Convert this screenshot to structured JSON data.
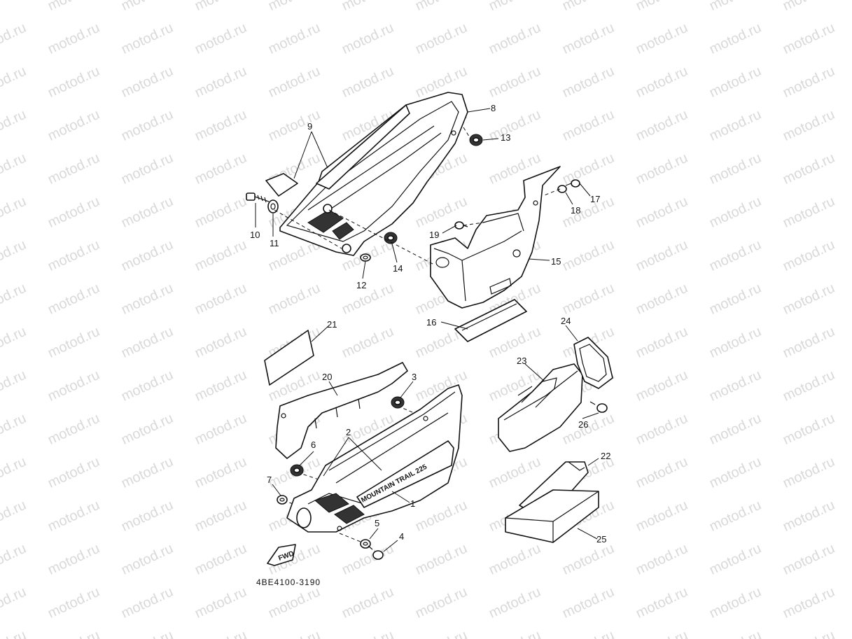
{
  "watermark": {
    "text": "motod.ru",
    "color": "#d9d9d9"
  },
  "diagram": {
    "part_code": "4BE4100-3190",
    "fwd_label": "FWD",
    "cover_lettering": "MOUNTAIN TRAIL 225",
    "callouts": [
      {
        "label": "1"
      },
      {
        "label": "2"
      },
      {
        "label": "3"
      },
      {
        "label": "4"
      },
      {
        "label": "5"
      },
      {
        "label": "6"
      },
      {
        "label": "7"
      },
      {
        "label": "8"
      },
      {
        "label": "9"
      },
      {
        "label": "10"
      },
      {
        "label": "11"
      },
      {
        "label": "12"
      },
      {
        "label": "13"
      },
      {
        "label": "14"
      },
      {
        "label": "15"
      },
      {
        "label": "16"
      },
      {
        "label": "17"
      },
      {
        "label": "18"
      },
      {
        "label": "19"
      },
      {
        "label": "20"
      },
      {
        "label": "21"
      },
      {
        "label": "22"
      },
      {
        "label": "23"
      },
      {
        "label": "24"
      },
      {
        "label": "25"
      },
      {
        "label": "26"
      }
    ]
  }
}
